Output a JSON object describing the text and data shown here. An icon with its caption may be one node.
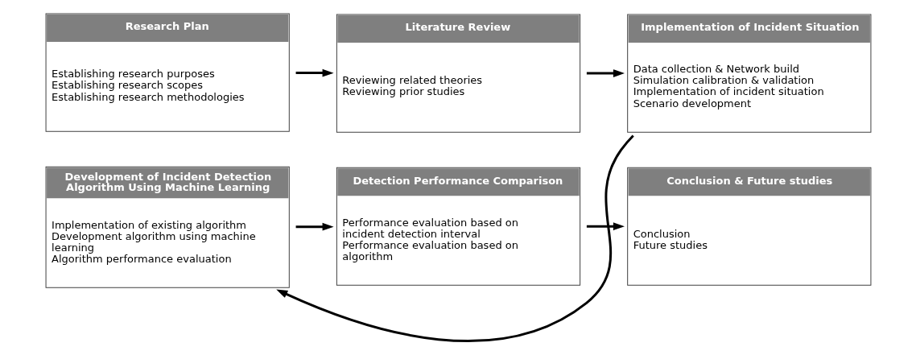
{
  "diagram": {
    "nodes": [
      {
        "text": [
          "Research Plan",
          "Establishing research purposes",
          "Establishing research scopes",
          "Establishing research methodologies"
        ]
      },
      {
        "text": [
          "Literature Review",
          "Reviewing related theories",
          "Reviewing prior studies"
        ]
      },
      {
        "text": [
          "Implementation of Incident Situation",
          "Data collection & Network build",
          "Simulation calibration & validation",
          "Implementation of incident situation",
          "Scenario development"
        ]
      },
      {
        "text": [
          "Development of Incident Detection Algorithm Using Machine Learning",
          "Implementation of existing algorithm",
          "Development algorithm using machine learning",
          "Algorithm performance evaluation"
        ]
      },
      {
        "text": [
          "Detection Performance Comparison",
          "Performance evaluation based on incident detection interval",
          "Performance evaluation based on algorithm"
        ]
      },
      {
        "text": [
          "Conclusion & Future studies",
          "Conclusion",
          "Future studies"
        ]
      }
    ],
    "edges": [
      {
        "from": 0,
        "to": 1,
        "arrow": "to"
      },
      {
        "from": 1,
        "to": 2,
        "arrow": "to"
      },
      {
        "from": 2,
        "to": 3,
        "arrow": "to"
      },
      {
        "from": 3,
        "to": 4,
        "arrow": "to"
      },
      {
        "from": 4,
        "to": 5,
        "arrow": "to"
      }
    ]
  }
}
